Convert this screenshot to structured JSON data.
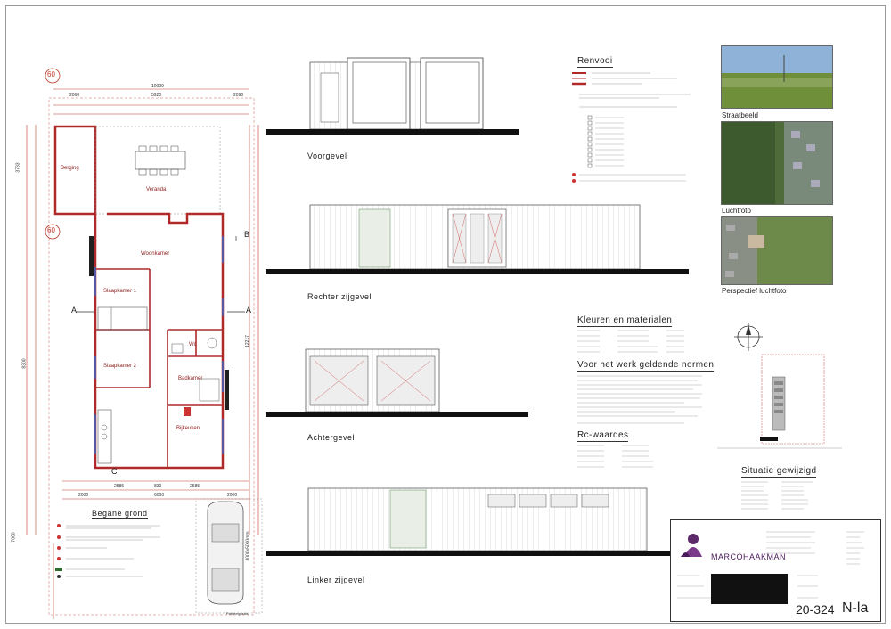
{
  "sheet": {
    "project_number": "20-324",
    "sheet_code": "N-la"
  },
  "plan": {
    "title": "Begane grond",
    "grid_badge_1": "60",
    "grid_badge_2": "60",
    "dim_total": "10000",
    "dim_left": "2060",
    "dim_mid": "5920",
    "dim_right": "2090",
    "dim_bottom_total": "6000",
    "dim_bottom_left": "2000",
    "dim_bottom_right": "2000",
    "dim_bottom_a": "2585",
    "dim_bottom_b": "830",
    "dim_bottom_c": "2585",
    "dim_side_1": "3783",
    "dim_side_2": "8300",
    "dim_side_3": "12217",
    "dim_side_4": "7000",
    "rooms": {
      "berging": "Berging",
      "veranda": "Veranda",
      "woonkamer": "Woonkamer",
      "slaapkamer1": "Slaapkamer 1",
      "slaapkamer2": "Slaapkamer 2",
      "wc": "Wc",
      "badkamer": "Badkamer",
      "bijkeuken": "Bijkeuken"
    },
    "section_a": "A",
    "section_b": "B",
    "section_c": "C",
    "car_dim": "3000x5000mm",
    "parking_label": "Parkeerplaats"
  },
  "elevations": {
    "voorgevel": "Voorgevel",
    "rechter": "Rechter zijgevel",
    "achter": "Achtergevel",
    "linker": "Linker zijgevel"
  },
  "legend": {
    "title": "Renvooi"
  },
  "materials": {
    "title": "Kleuren en materialen"
  },
  "werk": {
    "title": "Voor het werk geldende normen"
  },
  "rc": {
    "title": "Rc-waardes"
  },
  "photos": {
    "straat": "Straatbeeld",
    "lucht": "Luchtfoto",
    "perspectief": "Perspectief luchtfoto"
  },
  "situatie": {
    "title": "Situatie gewijzigd"
  },
  "titleblock": {
    "brand": "MARCOHAAKMAN"
  },
  "colors": {
    "wall_red": "#b02a2a",
    "dim_red": "#c0392b",
    "window_blue": "#3a66c6",
    "green_plant": "#2f6b2f"
  }
}
